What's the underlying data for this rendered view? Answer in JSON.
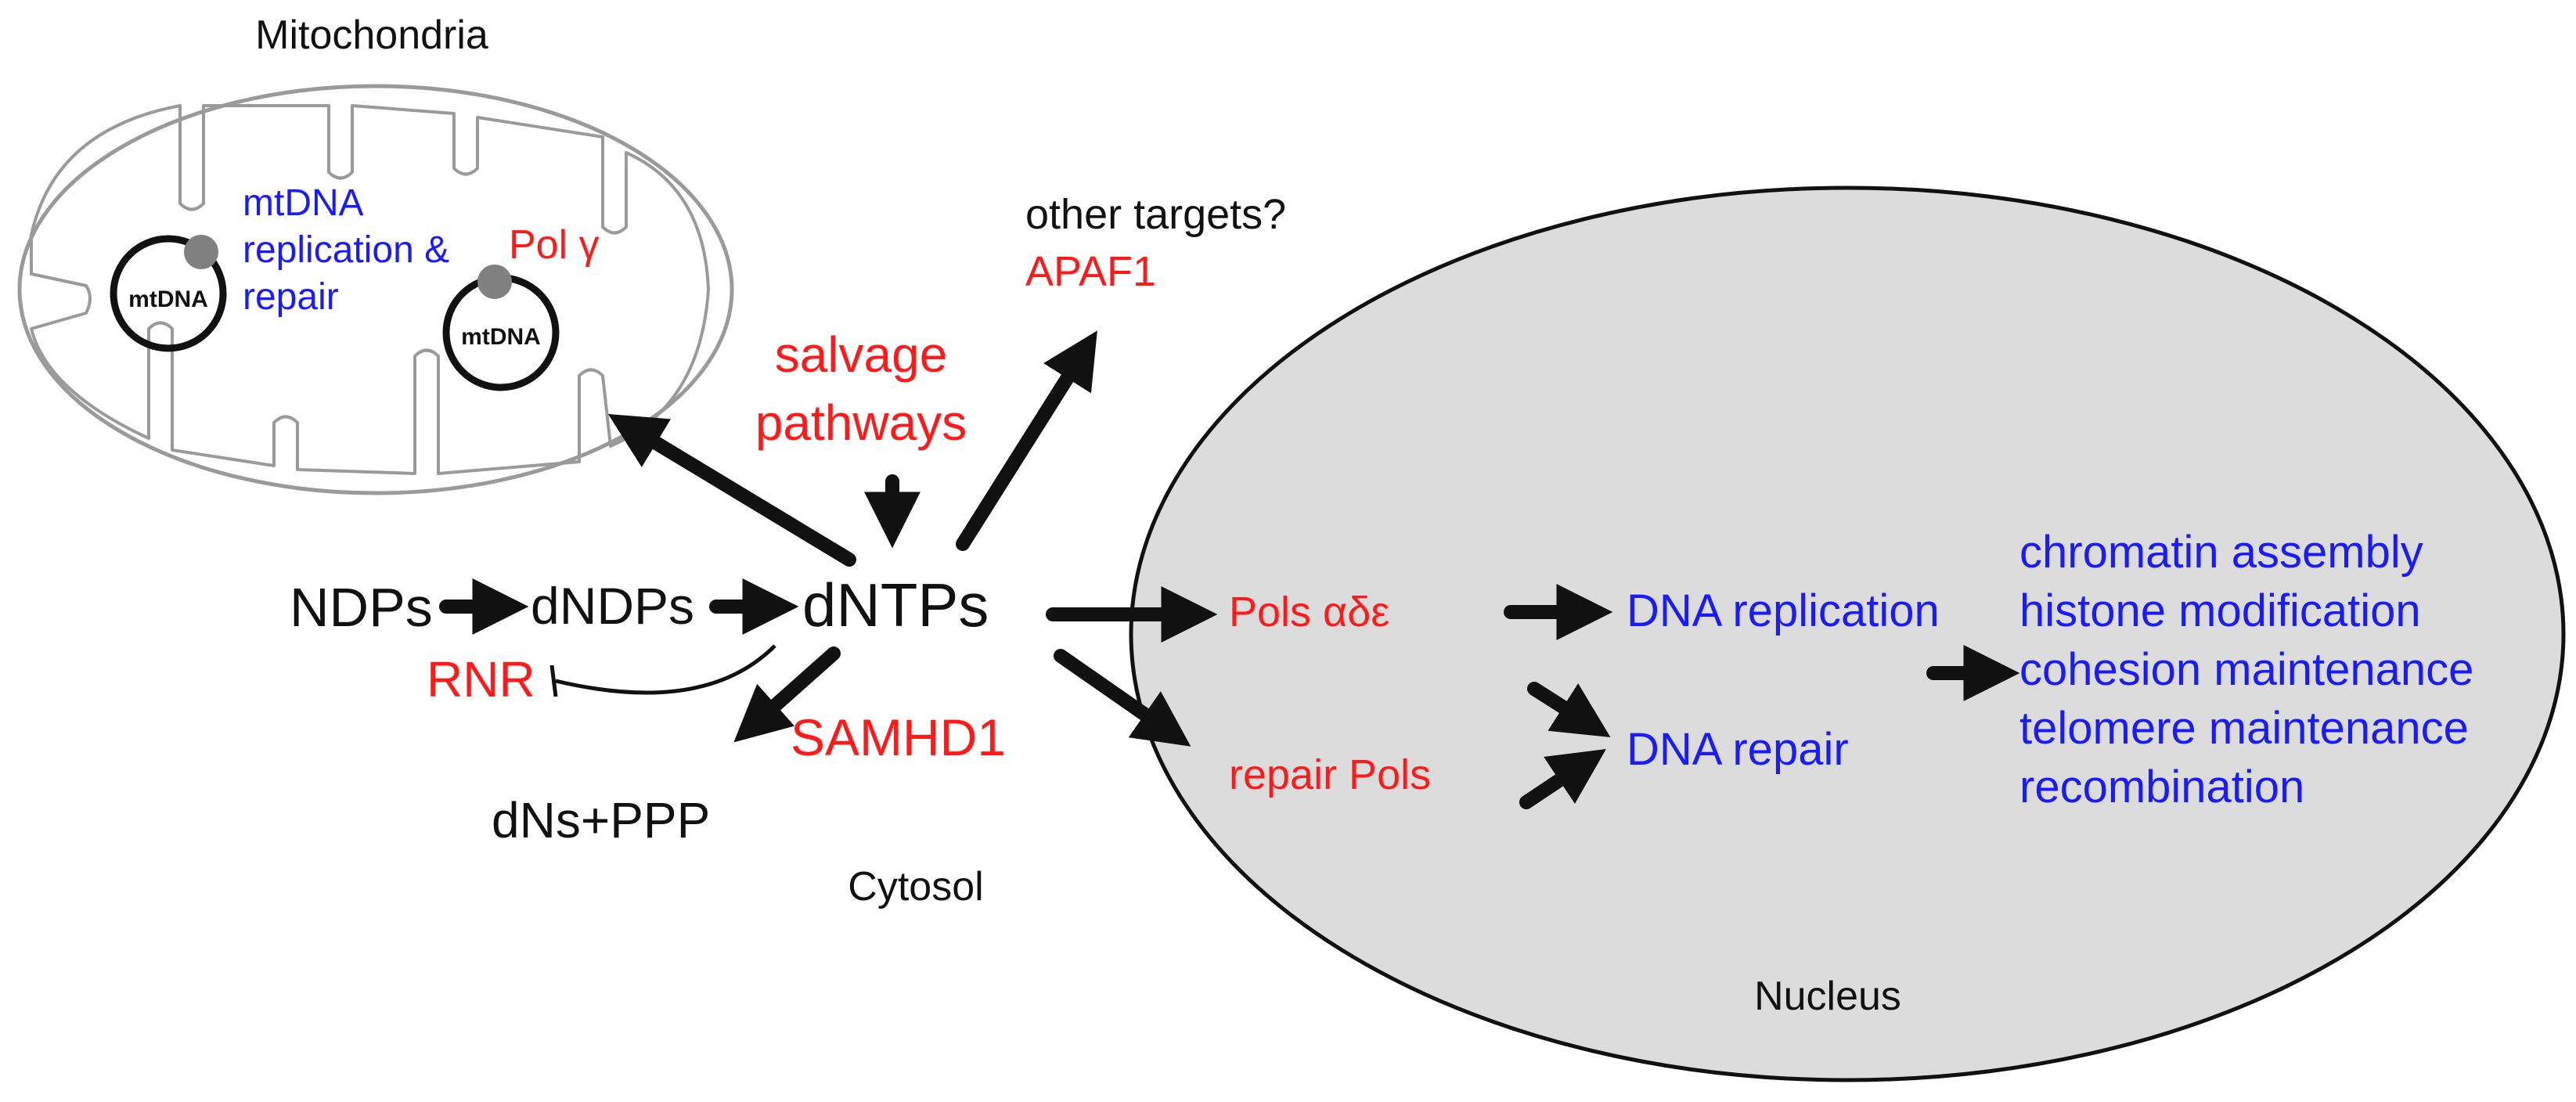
{
  "compartments": {
    "mitochondria": "Mitochondria",
    "cytosol": "Cytosol",
    "nucleus": "Nucleus"
  },
  "mito": {
    "mtdna_1": "mtDNA",
    "mtdna_2": "mtDNA",
    "process_lines": [
      "mtDNA",
      "replication &",
      "repair"
    ],
    "polymerase": "Pol γ"
  },
  "pathway": {
    "ndps": "NDPs",
    "dndps": "dNDPs",
    "dntps": "dNTPs",
    "rnr": "RNR",
    "samhd1": "SAMHD1",
    "dns_ppp": "dNs+PPP",
    "salvage_lines": [
      "salvage",
      "pathways"
    ],
    "other_targets": "other targets?",
    "apaf1": "APAF1"
  },
  "nucleus": {
    "pols_ade": "Pols αδε",
    "repair_pols": "repair Pols",
    "dna_replication": "DNA replication",
    "dna_repair": "DNA repair",
    "processes": [
      "chromatin assembly",
      "histone modification",
      "cohesion maintenance",
      "telomere maintenance",
      "recombination"
    ]
  },
  "colors": {
    "black_text": "#111111",
    "red_text": "#ff1a1a",
    "blue_text": "#1a1aff",
    "nucleus_fill": "#dcdcdc",
    "membrane_stroke": "#9a9a9a",
    "dna_marker": "#808080"
  }
}
